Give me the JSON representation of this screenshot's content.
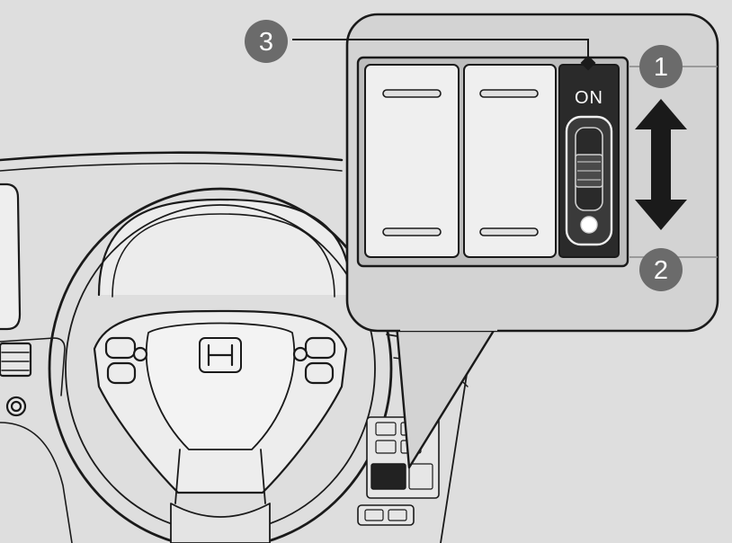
{
  "callouts": [
    {
      "label": "1"
    },
    {
      "label": "2"
    },
    {
      "label": "3"
    }
  ],
  "switch_label": "ON",
  "colors": {
    "background": "#dedede",
    "inset_panel": "#d3d3d3",
    "badge": "#6b6b6b",
    "switch_panel": "#2a2a2a",
    "outline": "#1a1a1a"
  },
  "icons": [
    "double-headed-arrow-icon",
    "steering-wheel-icon",
    "brand-logo-icon",
    "rocker-switch-icon"
  ]
}
